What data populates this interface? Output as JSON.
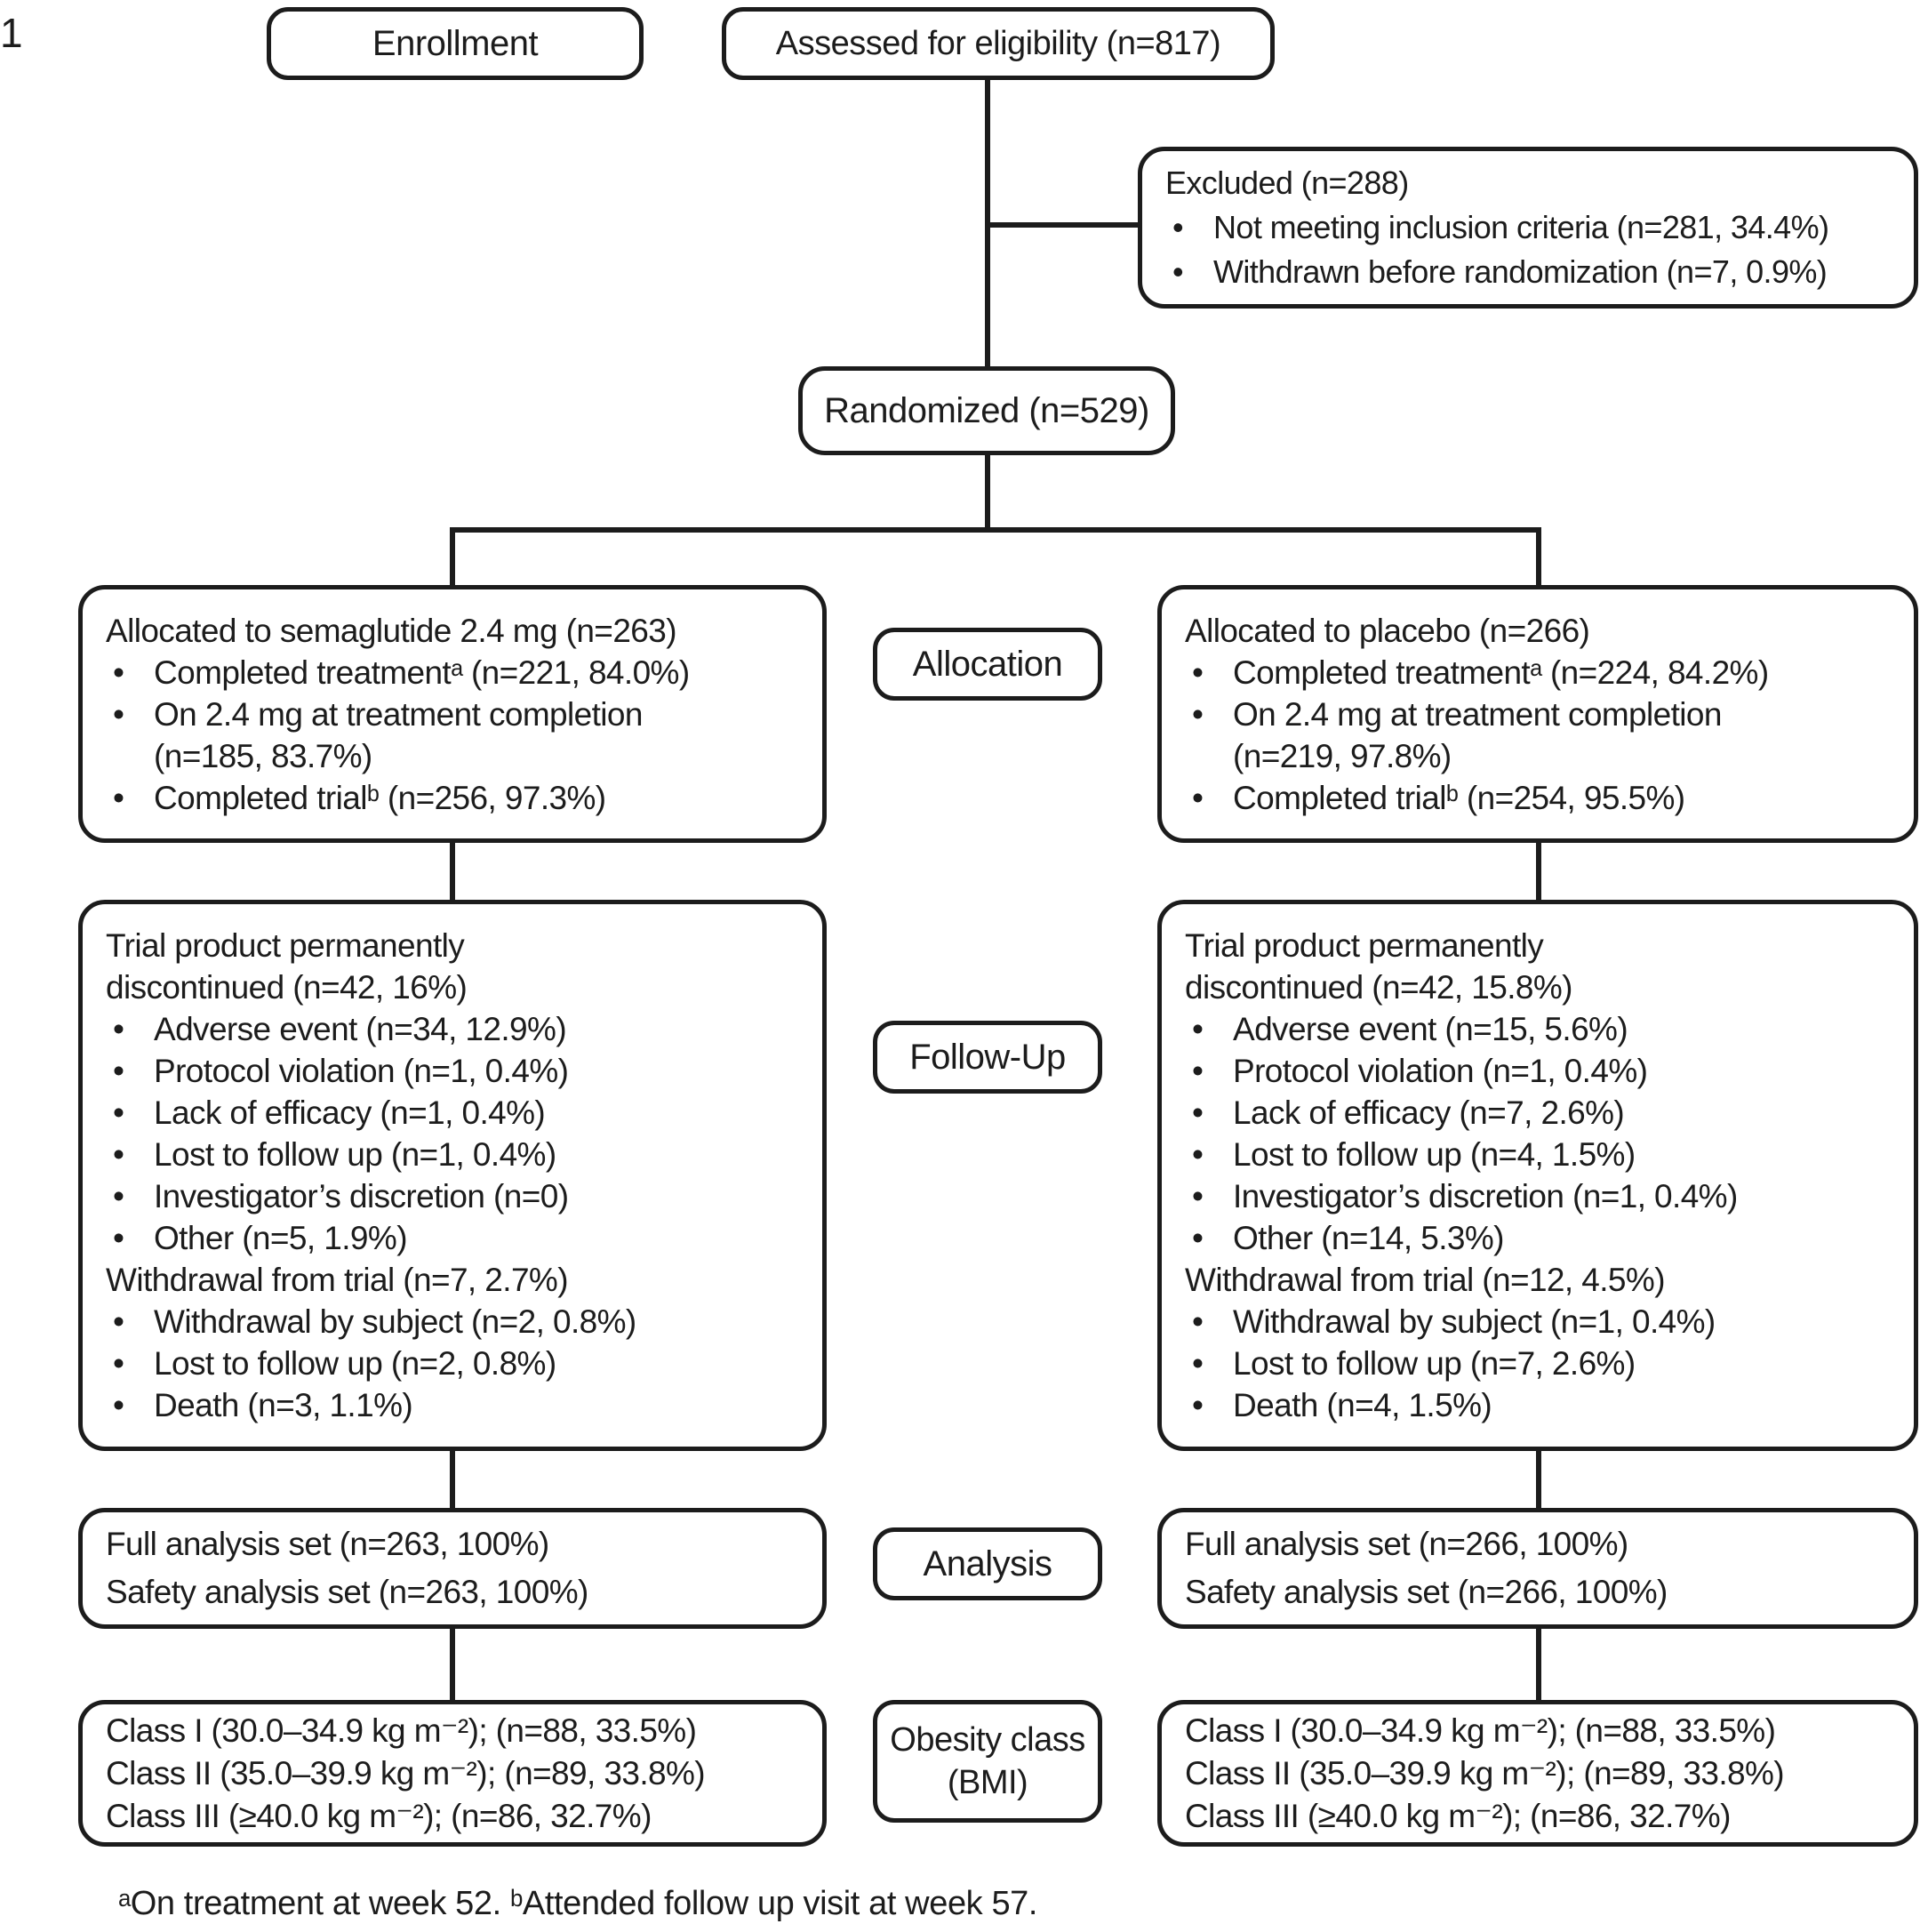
{
  "page_number": "1",
  "bullet_char": "•",
  "colors": {
    "stroke": "#1c1c1c",
    "background": "#ffffff"
  },
  "stages": {
    "enrollment": "Enrollment",
    "allocation": "Allocation",
    "follow_up": "Follow-Up",
    "analysis": "Analysis",
    "obesity_class_line1": "Obesity class",
    "obesity_class_line2": "(BMI)"
  },
  "flow": {
    "assessed_label": "Assessed for eligibility (n=817)",
    "randomized_label": "Randomized (n=529)",
    "excluded": {
      "lines": [
        {
          "text": "Excluded (n=288)"
        },
        {
          "text": "Not meeting inclusion criteria (n=281, 34.4%)",
          "bullet": true
        },
        {
          "text": "Withdrawn before randomization (n=7, 0.9%)",
          "bullet": true
        }
      ]
    },
    "semaglutide": {
      "allocation": {
        "lines": [
          {
            "text": "Allocated to semaglutide 2.4 mg (n=263)"
          },
          {
            "text": "Completed treatmentᵃ (n=221, 84.0%)",
            "bullet": true
          },
          {
            "text": "On 2.4 mg at treatment completion",
            "bullet": true
          },
          {
            "text": "(n=185, 83.7%)",
            "indent": true
          },
          {
            "text": "Completed trialᵇ (n=256, 97.3%)",
            "bullet": true
          }
        ]
      },
      "follow_up": {
        "lines": [
          {
            "text": "Trial product permanently"
          },
          {
            "text": "discontinued (n=42, 16%)"
          },
          {
            "text": "Adverse event (n=34, 12.9%)",
            "bullet": true
          },
          {
            "text": "Protocol violation (n=1, 0.4%)",
            "bullet": true
          },
          {
            "text": "Lack of efficacy (n=1, 0.4%)",
            "bullet": true
          },
          {
            "text": "Lost to follow up (n=1, 0.4%)",
            "bullet": true
          },
          {
            "text": "Investigator’s discretion (n=0)",
            "bullet": true
          },
          {
            "text": "Other (n=5, 1.9%)",
            "bullet": true
          },
          {
            "text": "Withdrawal from trial (n=7, 2.7%)"
          },
          {
            "text": "Withdrawal by subject (n=2, 0.8%)",
            "bullet": true
          },
          {
            "text": "Lost to follow up (n=2, 0.8%)",
            "bullet": true
          },
          {
            "text": "Death (n=3, 1.1%)",
            "bullet": true
          }
        ]
      },
      "analysis": {
        "lines": [
          {
            "text": "Full analysis set (n=263, 100%)"
          },
          {
            "text": "Safety analysis set (n=263, 100%)"
          }
        ]
      },
      "obesity": {
        "lines": [
          {
            "text": "Class I (30.0–34.9 kg m⁻²); (n=88, 33.5%)"
          },
          {
            "text": "Class II (35.0–39.9 kg m⁻²); (n=89, 33.8%)"
          },
          {
            "text": "Class III (≥40.0 kg m⁻²); (n=86, 32.7%)"
          }
        ]
      }
    },
    "placebo": {
      "allocation": {
        "lines": [
          {
            "text": "Allocated to placebo (n=266)"
          },
          {
            "text": "Completed treatmentᵃ (n=224, 84.2%)",
            "bullet": true
          },
          {
            "text": "On 2.4 mg at treatment completion",
            "bullet": true
          },
          {
            "text": "(n=219, 97.8%)",
            "indent": true
          },
          {
            "text": "Completed trialᵇ (n=254, 95.5%)",
            "bullet": true
          }
        ]
      },
      "follow_up": {
        "lines": [
          {
            "text": "Trial product permanently"
          },
          {
            "text": "discontinued (n=42, 15.8%)"
          },
          {
            "text": "Adverse event (n=15, 5.6%)",
            "bullet": true
          },
          {
            "text": "Protocol violation (n=1, 0.4%)",
            "bullet": true
          },
          {
            "text": "Lack of efficacy (n=7, 2.6%)",
            "bullet": true
          },
          {
            "text": "Lost to follow up (n=4, 1.5%)",
            "bullet": true
          },
          {
            "text": "Investigator’s discretion (n=1, 0.4%)",
            "bullet": true
          },
          {
            "text": "Other (n=14, 5.3%)",
            "bullet": true
          },
          {
            "text": "Withdrawal from trial (n=12, 4.5%)"
          },
          {
            "text": "Withdrawal by subject (n=1, 0.4%)",
            "bullet": true
          },
          {
            "text": "Lost to follow up (n=7, 2.6%)",
            "bullet": true
          },
          {
            "text": "Death (n=4, 1.5%)",
            "bullet": true
          }
        ]
      },
      "analysis": {
        "lines": [
          {
            "text": "Full analysis set (n=266, 100%)"
          },
          {
            "text": "Safety analysis set (n=266, 100%)"
          }
        ]
      },
      "obesity": {
        "lines": [
          {
            "text": "Class I (30.0–34.9 kg m⁻²); (n=88, 33.5%)"
          },
          {
            "text": "Class II (35.0–39.9 kg m⁻²); (n=89, 33.8%)"
          },
          {
            "text": "Class III (≥40.0 kg m⁻²); (n=86, 32.7%)"
          }
        ]
      }
    }
  },
  "footnote": "ᵃOn treatment at week 52. ᵇAttended follow up visit at week 57."
}
